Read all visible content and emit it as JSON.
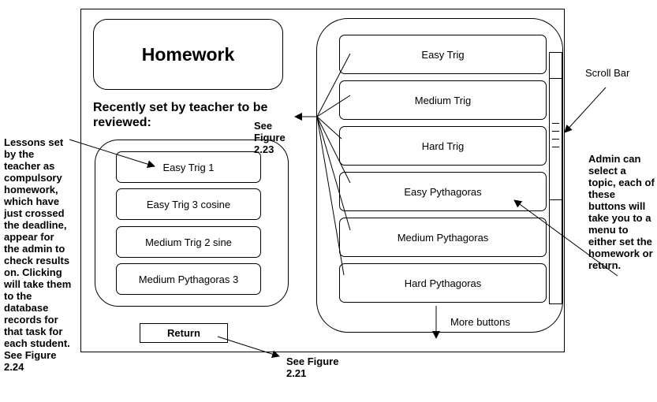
{
  "screen": {
    "title": "Homework",
    "recent_heading": "Recently set by teacher to be reviewed:",
    "recent_items": [
      "Easy Trig 1",
      "Easy Trig 3 cosine",
      "Medium Trig 2 sine",
      "Medium Pythagoras 3"
    ],
    "return_label": "Return",
    "topic_buttons": [
      "Easy Trig",
      "Medium Trig",
      "Hard Trig",
      "Easy Pythagoras",
      "Medium Pythagoras",
      "Hard Pythagoras"
    ],
    "more_buttons_label": "More buttons"
  },
  "annotations": {
    "lessons_note": "Lessons set by the teacher as compulsory homework, which have just crossed the deadline, appear for the admin to check results on. Clicking will take them to the database records for that task for each student. See Figure 2.24",
    "see_fig_223": "See Figure 2.23",
    "see_fig_221": "See Figure 2.21",
    "scroll_bar": "Scroll Bar",
    "admin_note": "Admin can select a topic, each of these buttons will take you to a menu to either set the homework or return."
  }
}
